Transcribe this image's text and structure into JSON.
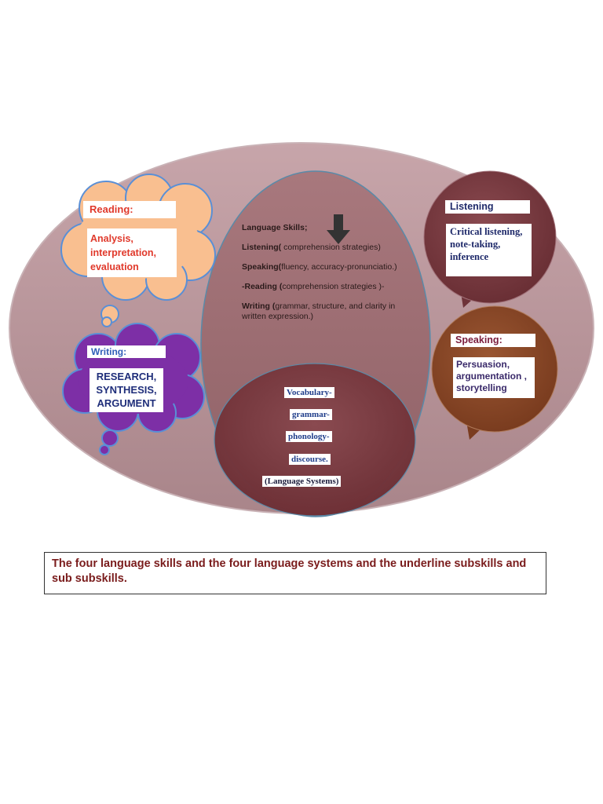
{
  "colors": {
    "outer_ellipse": "#b8949a",
    "center_ellipse": "#9b6d72",
    "systems_circle": "#7a3a40",
    "reading_cloud": "#f9bf90",
    "writing_cloud": "#7d2fa6",
    "listening_bubble": "#7a3a40",
    "speaking_bubble": "#8a4a2a"
  },
  "center": {
    "title": "Language Skills;",
    "arrow_icon": "down-arrow-icon",
    "items": [
      {
        "bold": "Listening(",
        "text": " comprehension strategies)"
      },
      {
        "bold": "Speaking(",
        "text": "fluency, accuracy-pronunciatio.)"
      },
      {
        "bold": "-Reading (",
        "text": "comprehension strategies )-"
      },
      {
        "bold": "Writing (",
        "text": "grammar, structure, and clarity in written expression.)"
      }
    ]
  },
  "systems": {
    "items": [
      "Vocabulary-",
      "grammar-",
      "phonology-",
      "discourse."
    ],
    "label": "(Language Systems)"
  },
  "reading": {
    "title": "Reading:",
    "body": "Analysis, interpretation, evaluation"
  },
  "writing": {
    "title": "Writing:",
    "body": "RESEARCH, SYNTHESIS, ARGUMENT"
  },
  "listening": {
    "title": "Listening",
    "body": "Critical listening, note-taking, inference"
  },
  "speaking": {
    "title": "Speaking:",
    "body": "Persuasion, argumentation , storytelling"
  },
  "caption": "The four language skills and the four language systems and the underline subskills and sub subskills."
}
